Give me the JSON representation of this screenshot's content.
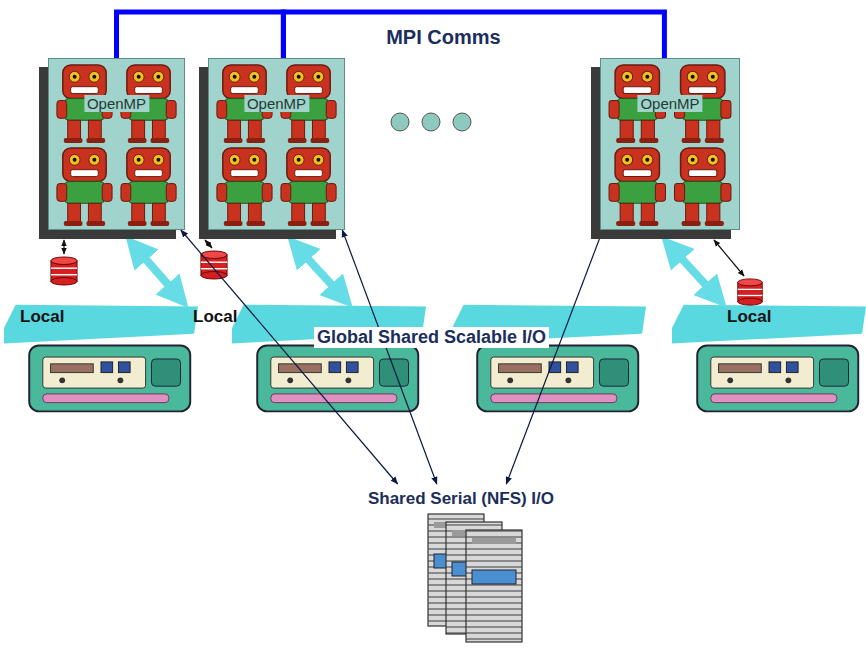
{
  "diagram": {
    "nodes": [
      {
        "text": [
          "OpenMP"
        ]
      },
      {
        "text": [
          "OpenMP"
        ]
      },
      {
        "text": [
          "OpenMP"
        ]
      },
      {
        "text": [
          "Shared Serial (NFS) I/O"
        ]
      }
    ],
    "edges": [
      {
        "from": 0,
        "to": 1,
        "arrow": "none"
      },
      {
        "from": 1,
        "to": 2,
        "arrow": "none",
        "label": "MPI Comms"
      },
      {
        "from": 0,
        "to": 3,
        "arrow": "both"
      },
      {
        "from": 1,
        "to": 3,
        "arrow": "both"
      },
      {
        "from": 2,
        "to": 3,
        "arrow": "both"
      }
    ],
    "labels": [
      "Local",
      "Local",
      "Global Shared Scalable I/O",
      "Local"
    ]
  }
}
